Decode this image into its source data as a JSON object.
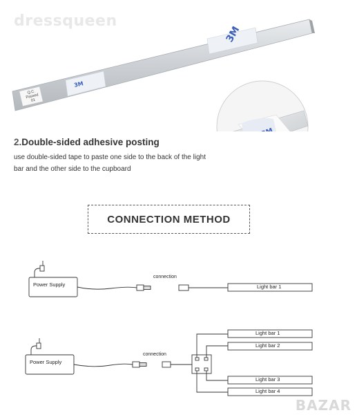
{
  "watermark": "dressqueen",
  "watermark_bottom": "BAZAR",
  "strip": {
    "qc_line1": "Q.C.",
    "qc_line2": "Passed",
    "qc_line3": "01"
  },
  "section2": {
    "number": "2.",
    "title": "Double-sided adhesive posting",
    "description": "use  double-sided tape to paste one side to the back of the light bar and the other side to the cupboard"
  },
  "connection_method": "CONNECTION METHOD",
  "diagram1": {
    "power_supply": "Power Supply",
    "connection": "connection",
    "light_bar": "Light bar 1"
  },
  "diagram2": {
    "power_supply": "Power Supply",
    "connection": "connection",
    "light_bars": [
      "Light bar 1",
      "Light bar 2",
      "Light bar 3",
      "Light bar 4"
    ]
  },
  "colors": {
    "aluminium": "#c9cdd1",
    "tape_blue": "#3b5fb8",
    "text": "#333333"
  }
}
